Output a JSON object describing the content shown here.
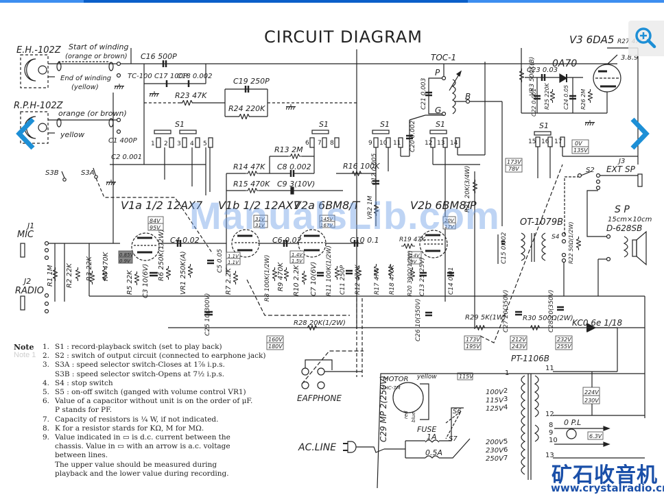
{
  "viewer": {
    "zoom_icon": "zoom-in-icon",
    "prev_icon": "chevron-left-icon",
    "next_icon": "chevron-right-icon",
    "accent_color": "#3d8ef0",
    "nav_color": "#1d8fd6"
  },
  "diagram": {
    "title": "CIRCUIT  DIAGRAM",
    "watermark": "ManualsLib.com",
    "heads": {
      "eh": "E.H.-102Z",
      "rph": "R.P.H-102Z",
      "start_winding": "Start of winding",
      "orange_brown": "(orange or brown)",
      "end_winding": "End of winding",
      "yellow_paren": "(yellow)",
      "orange_or_brown": "orange (or brown)",
      "yellow": "yellow"
    },
    "components": {
      "c16": "C16 500P",
      "tc100": "TC-100 C17 100P",
      "c18": "C18 0.002",
      "r23": "R23 47K",
      "c19": "C19 250P",
      "r24": "R24 220K",
      "c1": "C1 400P",
      "c2": "C2 0.001",
      "s3b": "S3B",
      "s3a": "S3A",
      "s1": "S1",
      "r13": "R13 2M",
      "c8": "C8 0.002",
      "r14": "R14 47K",
      "r15": "R15 470K",
      "c9": "C9 3(10V)",
      "r16": "R16 100K",
      "c12": "C12 0.005",
      "vr2": "VR2 1M",
      "c20": "C20 0.002",
      "c21": "C21 0.003",
      "toc1": "TOC-1",
      "p": "P",
      "g": "G",
      "b": "B",
      "vr3": "VR3 500K(B)",
      "c23": "C23 0.03",
      "oa70": "0A70",
      "c22": "C22 0.001",
      "r25": "R25 220K",
      "c24": "C24 0.05",
      "r26": "R26 2M",
      "v3": "V3 6DA5",
      "r27": "R27 47K",
      "pins_389": "3.8.9",
      "v1a": "V1a 1/2 12AX7",
      "v1b": "V1b 1/2 12AX7",
      "v2a": "V2a 6BM8/T",
      "v2b": "V2b 6BM8/P",
      "j1": "J1",
      "mic": "MIC",
      "j2": "J2",
      "radio": "RADIO",
      "r1": "R1 1M",
      "r2": "R2 22K",
      "r3": "R3 22K",
      "r4": "R4 470K",
      "r5": "R5 22K",
      "c3": "C3 10(6V)",
      "r6": "R6 250K(1/2W)",
      "c4": "C4 0.02",
      "vr1": "VR1 250K(A)",
      "c5": "C5 0.05",
      "r7": "R7 2.2K",
      "r8": "R8 100K(1/2W)",
      "c6": "C6 0.02",
      "r9": "R9 470K",
      "r10": "R10 2.2K",
      "c7": "C7 10(6V)",
      "r11": "R11 100K(1/2W)",
      "c10": "C10 0.1",
      "c11": "C11 250P",
      "r12": "R12 470K",
      "r17": "R17 47K",
      "r18": "R18 470K",
      "r19": "R19 47K",
      "r20": "R20 390Ω(1/2W)",
      "c13": "C13 25(25V)",
      "c14": "C14 0.01",
      "r21": "R21 20K(3/4W)",
      "ot": "OT-1079B",
      "c15": "C15 0.002",
      "s4": "S4",
      "r22": "R22 50Ω(1/2W)",
      "s2": "S2",
      "j3": "J3",
      "ext_sp": "EXT  SP",
      "sp": "S P",
      "sp_size": "15cm×10cm",
      "sp_model": "D-628SB",
      "c25": "C25 10(300V)",
      "r28": "R28 20K(1/2W)",
      "c26": "C26 10(350V)",
      "r29": "R29 5K(1W)",
      "c27": "C27 20(350V)",
      "r30": "R30 500Ω(2W)",
      "c28": "C28 20(350V)",
      "kc": "KC0.6e 1/18",
      "pt": "PT-1106B",
      "earphone": "EAFPHONE",
      "motor": "MOTOR",
      "motor_model": "2HC-7M",
      "c29": "C29 MP 2(250V)",
      "red": "red",
      "blue": "blue",
      "yellow_wire": "yellow",
      "fuse": "FUSE",
      "fuse_1a": "1A",
      "fuse_05a": "0.5A",
      "ac_line": "AC.LINE",
      "s6": "S6",
      "s7": "S7",
      "tap_100": "100V",
      "tap_115": "115V",
      "tap_125": "125V",
      "tap_200": "200V",
      "tap_230": "230V",
      "tap_250": "250V",
      "pl": "0 P.L"
    },
    "voltages": {
      "v1a_plate": [
        "84V",
        "95V"
      ],
      "v1a_cath": [
        "0.85V",
        "0.9V"
      ],
      "v1b_plate": [
        "31V",
        "31V"
      ],
      "v1b_cath": [
        "1.1V",
        "1.1V"
      ],
      "v2a_plate": [
        "145V",
        "167V"
      ],
      "v2a_cath": [
        "1.4V",
        "1.5V"
      ],
      "v2b_screen": [
        "20V",
        "17V"
      ],
      "v2b_cath": [
        "14V",
        "9V"
      ],
      "v3_screen": [
        "0V",
        "135V"
      ],
      "b1": [
        "173V",
        "78V"
      ],
      "b2": [
        "160V",
        "180V"
      ],
      "b3": [
        "173V",
        "195V"
      ],
      "b4": [
        "212V",
        "243V"
      ],
      "b5": [
        "232V",
        "255V"
      ],
      "ht_ac": [
        "224V",
        "230V"
      ],
      "heater": [
        "6.3V"
      ],
      "motor_ac": [
        "115V"
      ]
    },
    "pins": [
      "1",
      "2",
      "3",
      "4",
      "5",
      "6",
      "7",
      "8",
      "9",
      "10",
      "11",
      "12",
      "13",
      "14",
      "15",
      "16",
      "17"
    ],
    "pt_pins": [
      "1",
      "2",
      "3",
      "4",
      "5",
      "6",
      "7",
      "8",
      "9",
      "10",
      "11",
      "12",
      "13"
    ]
  },
  "notes": {
    "label": "Note",
    "items": [
      {
        "n": "1.",
        "text": "S1 : record-playback switch (set to play back)"
      },
      {
        "n": "2.",
        "text": "S2 : switch of output circuit (connected to earphone jack)"
      },
      {
        "n": "3.",
        "text": "S3A : speed selector switch-Closes at 1⅞ i.p.s."
      },
      {
        "n": "",
        "text": "S3B : speed selector switch-Opens at 7½ i.p.s."
      },
      {
        "n": "4.",
        "text": "S4 : stop switch"
      },
      {
        "n": "5.",
        "text": "S5 : on-off switch   (ganged with volume control VR1)"
      },
      {
        "n": "6.",
        "text": "Value of a capacitor without unit is on the order of μF."
      },
      {
        "n": "",
        "text": "P stands for PF."
      },
      {
        "n": "7.",
        "text": "Capacity of resistors is ¼ W, if not indicated."
      },
      {
        "n": "8.",
        "text": "K for a resistor stards for KΩ, M for MΩ."
      },
      {
        "n": "9.",
        "text": "Value indicated in ▭ is d.c. current between the"
      },
      {
        "n": "",
        "text": "chassis. Value in ▭ with an arrow is a.c. voltage"
      },
      {
        "n": "",
        "text": "between lines."
      },
      {
        "n": "",
        "text": "The upper value should be measured during"
      },
      {
        "n": "",
        "text": "playback and the lower value during recording."
      }
    ],
    "ghost": "Note 1"
  },
  "branding": {
    "cn": "矿石收音机",
    "url": "www.crystalradio.cn"
  }
}
